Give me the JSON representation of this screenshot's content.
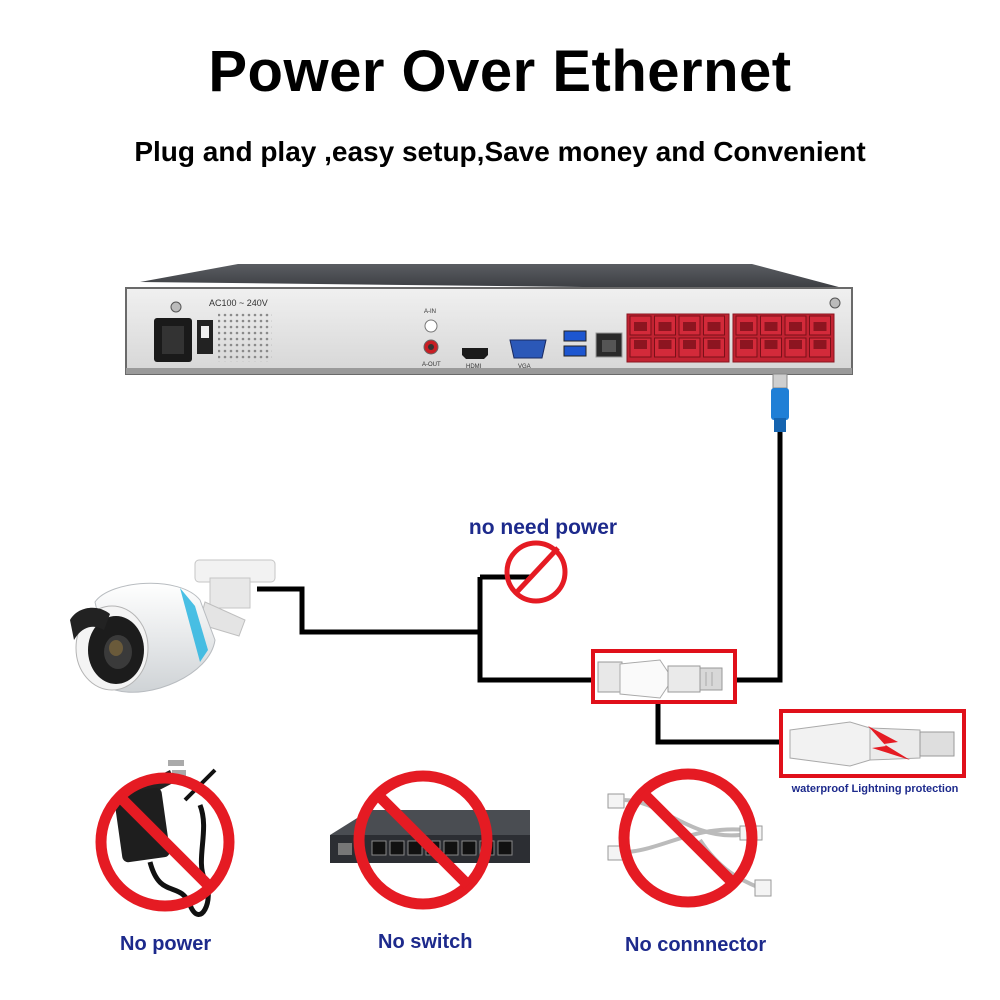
{
  "header": {
    "title": "Power Over Ethernet",
    "subtitle": "Plug and play ,easy setup,Save money and Convenient"
  },
  "nvr": {
    "power_label": "AC100 ~ 240V",
    "audio_in_label": "A-IN",
    "audio_out_label": "A-OUT",
    "hdmi_label": "HDMI",
    "vga_label": "VGA",
    "poe_port_count": 16,
    "port_color": "#d32a3a"
  },
  "diagram": {
    "no_need_power_label": "no need power",
    "lightning_label": "waterproof Lightning protection",
    "highlight_color": "#e0101a",
    "cable_color": "#000000",
    "ethernet_plug_color": "#1f7fd6"
  },
  "prohibited": [
    {
      "label": "No power",
      "icon": "power-adapter-icon"
    },
    {
      "label": "No switch",
      "icon": "network-switch-icon"
    },
    {
      "label": "No connnector",
      "icon": "cable-connector-icon"
    }
  ],
  "colors": {
    "label_blue": "#1d2a8c",
    "prohibit_red": "#e51b23"
  }
}
